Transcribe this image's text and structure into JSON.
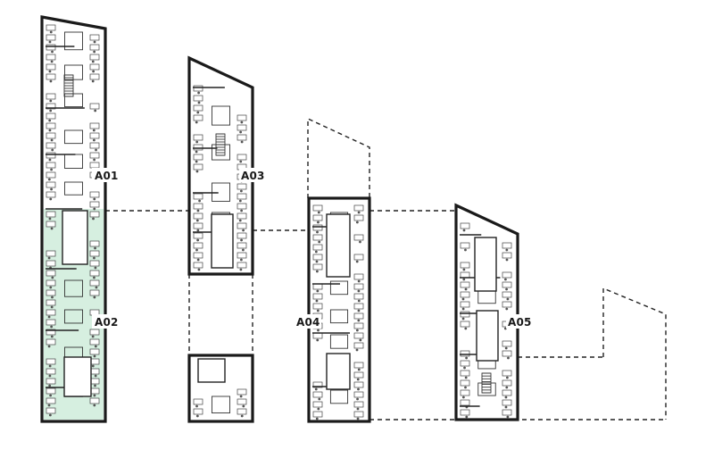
{
  "zones": [
    {
      "id": "A01",
      "label": "A01"
    },
    {
      "id": "A02",
      "label": "A02",
      "highlight_color": "#d6efe0"
    },
    {
      "id": "A03",
      "label": "A03"
    },
    {
      "id": "A04",
      "label": "A04"
    },
    {
      "id": "A05",
      "label": "A05"
    }
  ],
  "colors": {
    "wall": "#1a1a1a",
    "highlight": "#d6efe0",
    "background": "#ffffff"
  }
}
